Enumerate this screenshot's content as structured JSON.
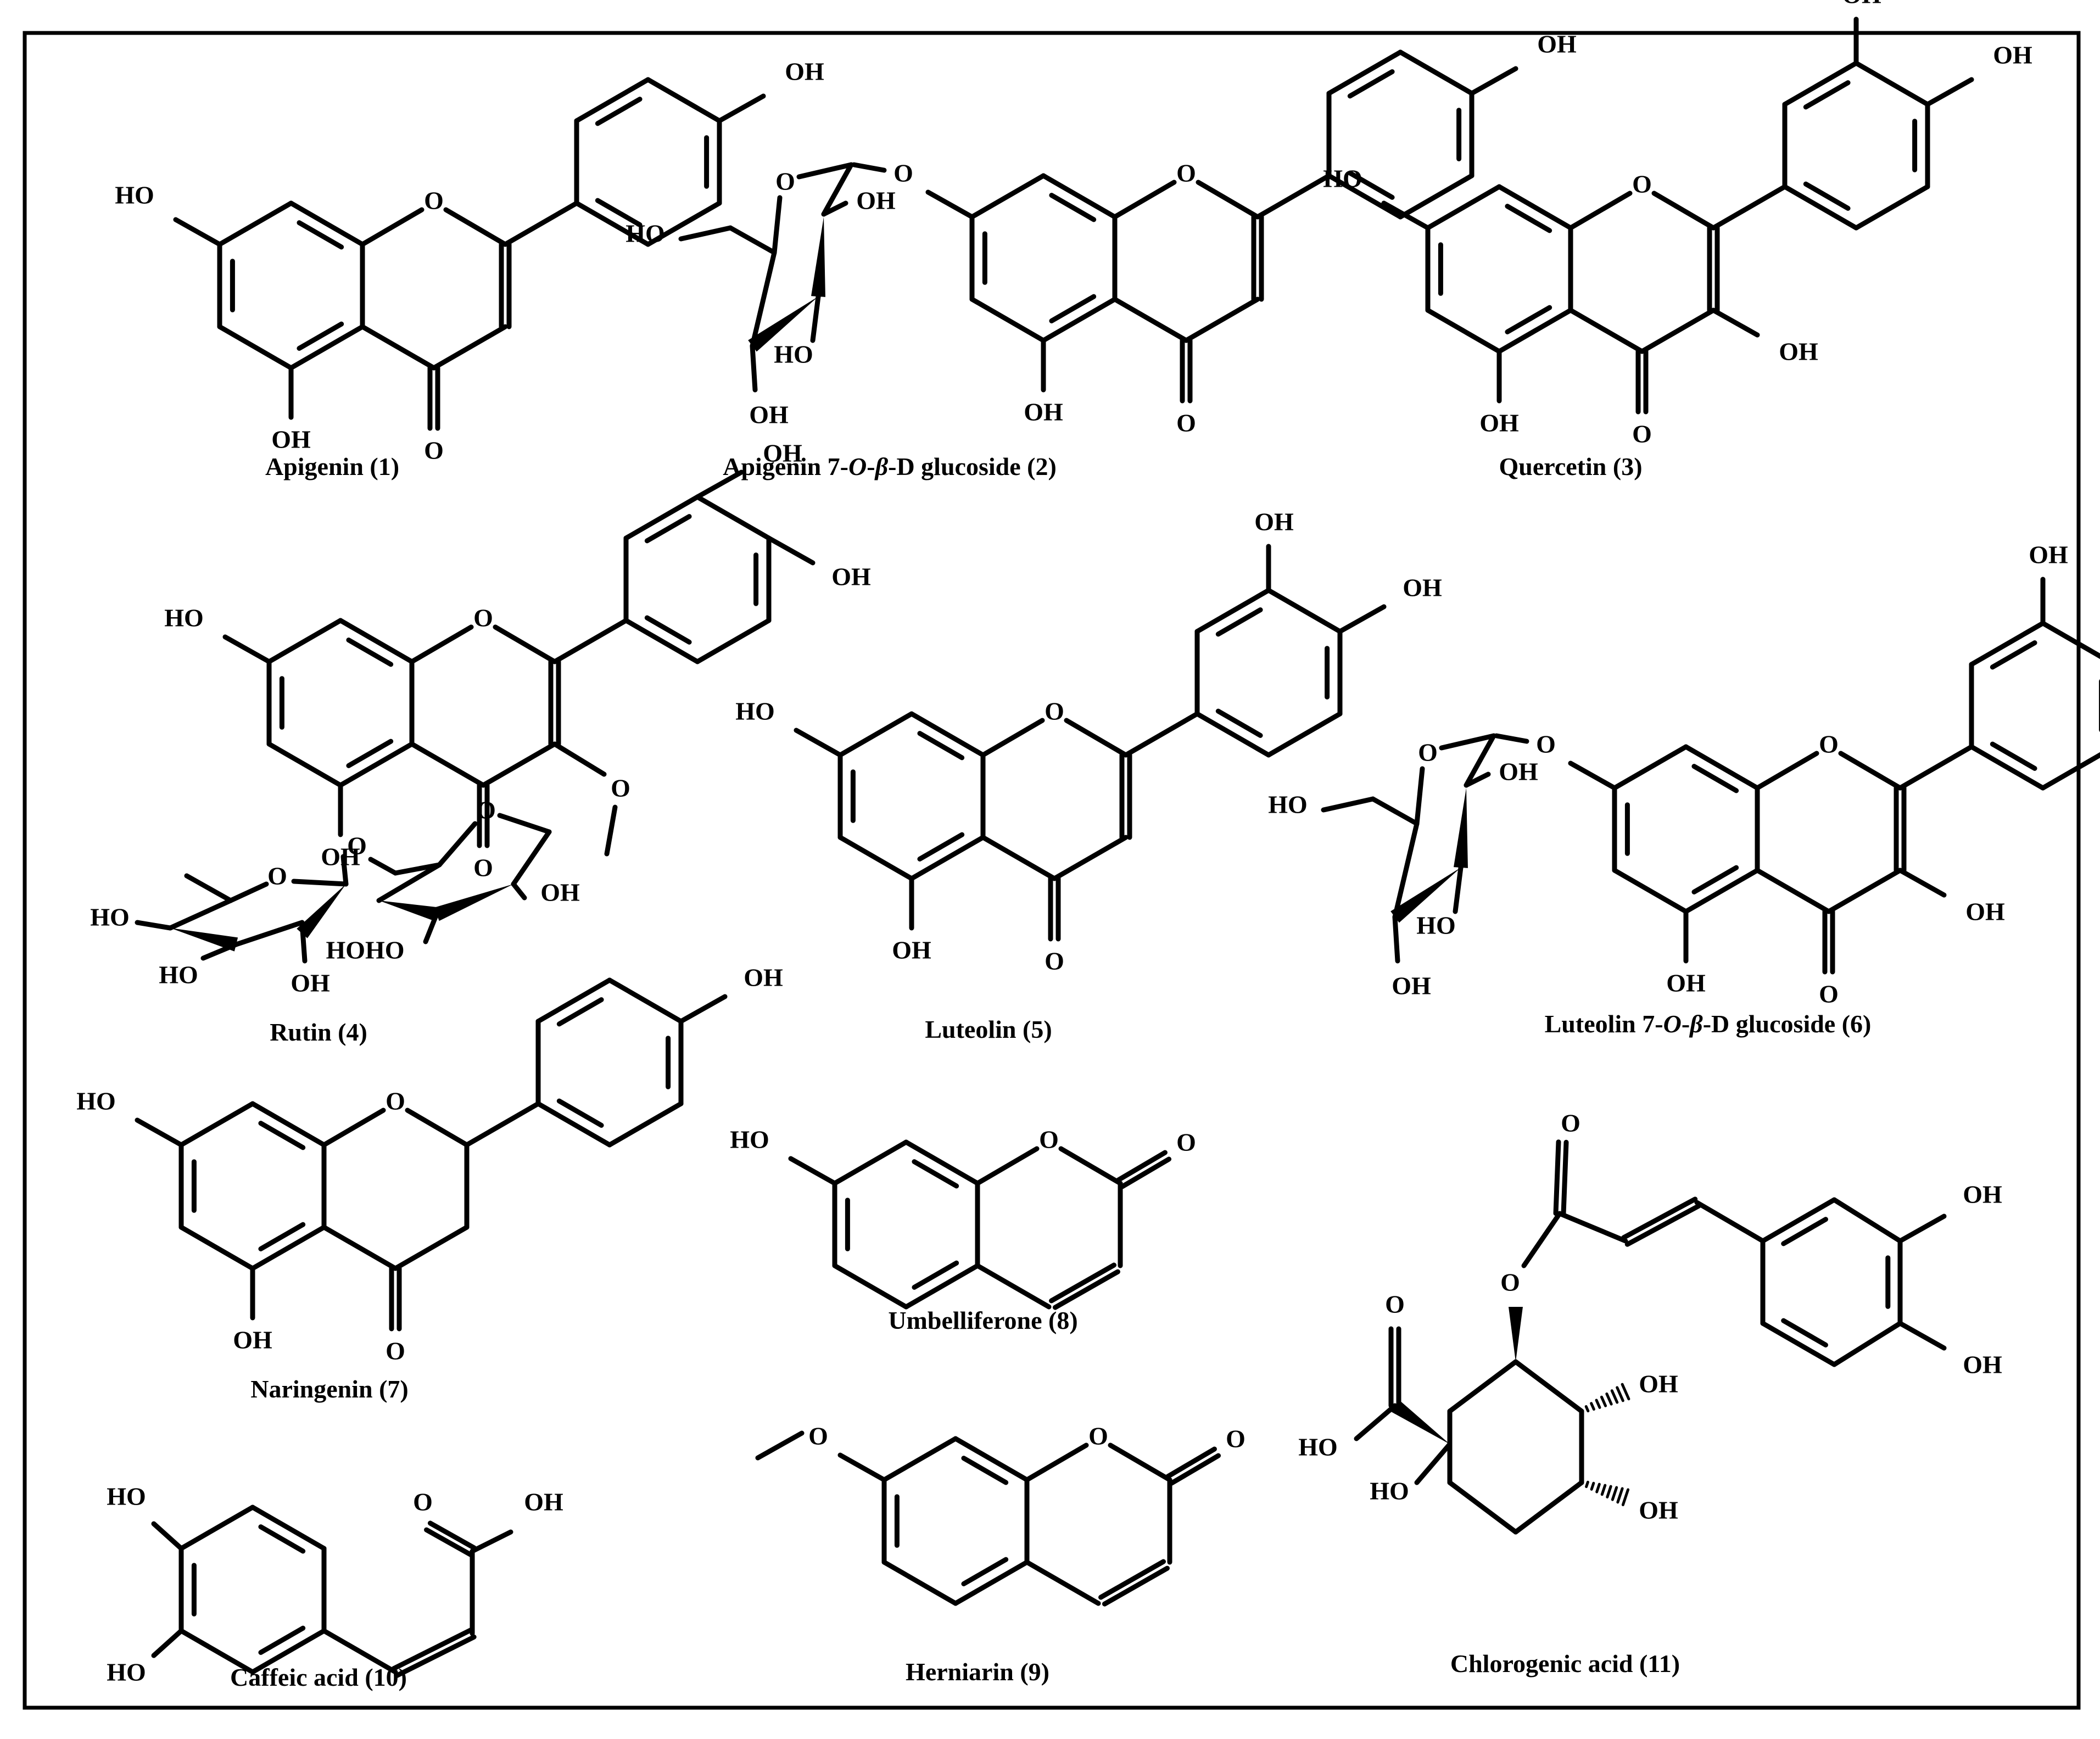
{
  "figure": {
    "compounds": [
      {
        "id": "apigenin",
        "name": "Apigenin",
        "number": "(1)"
      },
      {
        "id": "apigenin-glucoside",
        "name_prefix": "Apigenin 7-",
        "name_o": "O",
        "name_dash": "-",
        "name_beta": "β",
        "name_suffix": "-D glucoside",
        "number": "(2)"
      },
      {
        "id": "quercetin",
        "name": "Quercetin",
        "number": "(3)"
      },
      {
        "id": "rutin",
        "name": "Rutin",
        "number": "(4)"
      },
      {
        "id": "luteolin",
        "name": "Luteolin",
        "number": "(5)"
      },
      {
        "id": "luteolin-glucoside",
        "name_prefix": "Luteolin 7-",
        "name_o": "O",
        "name_dash": "-",
        "name_beta": "β",
        "name_suffix": "-D glucoside",
        "number": "(6)"
      },
      {
        "id": "naringenin",
        "name": "Naringenin",
        "number": "(7)"
      },
      {
        "id": "umbelliferone",
        "name": "Umbelliferone",
        "number": "(8)"
      },
      {
        "id": "herniarin",
        "name": "Herniarin",
        "number": "(9)"
      },
      {
        "id": "caffeic-acid",
        "name": "Caffeic acid",
        "number": "(10)"
      },
      {
        "id": "chlorogenic-acid",
        "name": "Chlorogenic acid",
        "number": "(11)"
      }
    ],
    "atoms": {
      "oh": "OH",
      "ho": "HO",
      "o": "O",
      "hoho": "HOHO"
    }
  }
}
